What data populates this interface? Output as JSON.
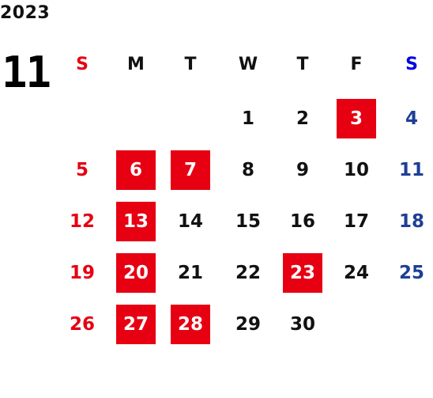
{
  "calendar": {
    "year": "2023",
    "month": "11",
    "weekdays": [
      {
        "label": "S",
        "kind": "sun"
      },
      {
        "label": "M",
        "kind": "weekday"
      },
      {
        "label": "T",
        "kind": "weekday"
      },
      {
        "label": "W",
        "kind": "weekday"
      },
      {
        "label": "T",
        "kind": "weekday"
      },
      {
        "label": "F",
        "kind": "weekday"
      },
      {
        "label": "S",
        "kind": "sat"
      }
    ],
    "weeks": [
      [
        null,
        null,
        null,
        {
          "day": "1"
        },
        {
          "day": "2"
        },
        {
          "day": "3",
          "highlighted": true
        },
        {
          "day": "4"
        }
      ],
      [
        {
          "day": "5"
        },
        {
          "day": "6",
          "highlighted": true
        },
        {
          "day": "7",
          "highlighted": true
        },
        {
          "day": "8"
        },
        {
          "day": "9"
        },
        {
          "day": "10"
        },
        {
          "day": "11"
        }
      ],
      [
        {
          "day": "12"
        },
        {
          "day": "13",
          "highlighted": true
        },
        {
          "day": "14"
        },
        {
          "day": "15"
        },
        {
          "day": "16"
        },
        {
          "day": "17"
        },
        {
          "day": "18"
        }
      ],
      [
        {
          "day": "19"
        },
        {
          "day": "20",
          "highlighted": true
        },
        {
          "day": "21"
        },
        {
          "day": "22"
        },
        {
          "day": "23",
          "highlighted": true
        },
        {
          "day": "24"
        },
        {
          "day": "25"
        }
      ],
      [
        {
          "day": "26"
        },
        {
          "day": "27",
          "highlighted": true
        },
        {
          "day": "28",
          "highlighted": true
        },
        {
          "day": "29"
        },
        {
          "day": "30"
        },
        null,
        null
      ]
    ],
    "colors": {
      "sunday": "#e60012",
      "saturday": "#1e3f96",
      "saturday_header": "#0000e6",
      "highlight_bg": "#e60012",
      "highlight_text": "#ffffff",
      "text": "#111111"
    }
  }
}
